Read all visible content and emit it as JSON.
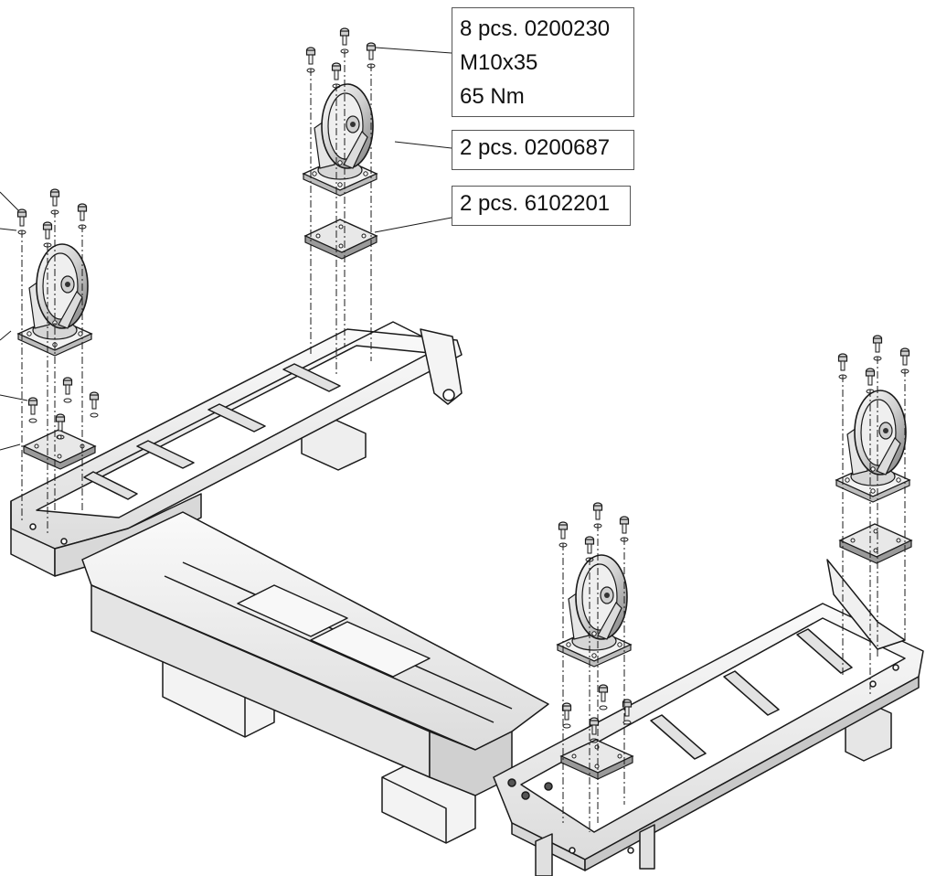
{
  "callouts": {
    "fasteners": {
      "qty": "8 pcs. 0200230",
      "size": "M10x35",
      "torque": "65 Nm"
    },
    "castors": {
      "label": "2 pcs. 0200687"
    },
    "plates": {
      "label": "2 pcs. 6102201"
    }
  },
  "colors": {
    "line": "#1a1a1a",
    "fill_light": "#f4f4f4",
    "fill_mid": "#d9d9d9",
    "fill_dark": "#8c8c8c"
  }
}
